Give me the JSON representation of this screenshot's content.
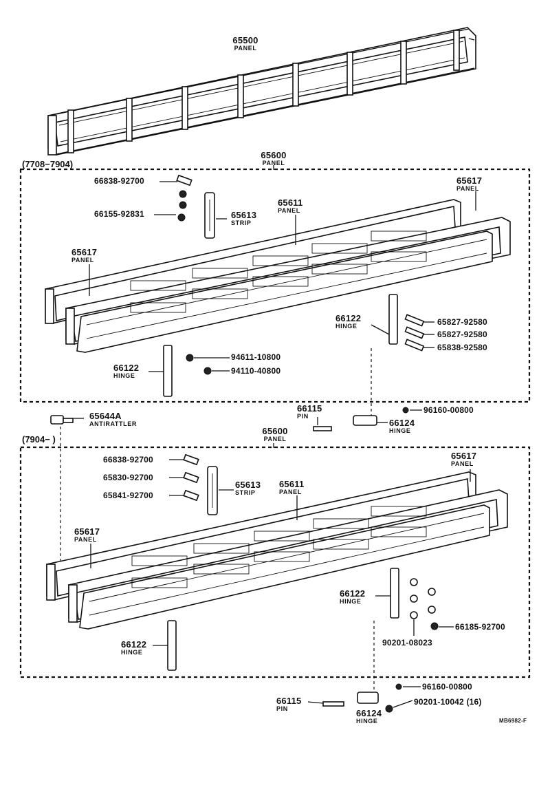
{
  "diagram": {
    "top_panel": {
      "part": "65500",
      "name": "PANEL"
    },
    "section1": {
      "range": "(7708−7904)",
      "assembly": {
        "part": "65600",
        "name": "PANEL"
      },
      "labels": {
        "bolt_a": "66838-92700",
        "nut_a": "66155-92831",
        "strip": {
          "part": "65613",
          "name": "STRIP"
        },
        "center_panel": {
          "part": "65611",
          "name": "PANEL"
        },
        "right_panel": {
          "part": "65617",
          "name": "PANEL"
        },
        "left_panel": {
          "part": "65617",
          "name": "PANEL"
        },
        "hinge_right": {
          "part": "66122",
          "name": "HINGE"
        },
        "hinge_left": {
          "part": "66122",
          "name": "HINGE"
        },
        "bolt_1": "65827-92580",
        "bolt_2": "65827-92580",
        "bolt_3": "65838-92580",
        "nut_1": "94611-10800",
        "nut_2": "94110-40800"
      }
    },
    "middle": {
      "antirattler": {
        "part": "65644A",
        "name": "ANTIRATTLER"
      },
      "pin": {
        "part": "66115",
        "name": "PIN"
      },
      "hinge": {
        "part": "66124",
        "name": "HINGE"
      },
      "nut": "96160-00800"
    },
    "section2": {
      "range": "(7904−        )",
      "assembly": {
        "part": "65600",
        "name": "PANEL"
      },
      "labels": {
        "bolt_a": "66838-92700",
        "bolt_b": "65830-92700",
        "bolt_c": "65841-92700",
        "strip": {
          "part": "65613",
          "name": "STRIP"
        },
        "center_panel": {
          "part": "65611",
          "name": "PANEL"
        },
        "right_panel": {
          "part": "65617",
          "name": "PANEL"
        },
        "left_panel": {
          "part": "65617",
          "name": "PANEL"
        },
        "hinge_right": {
          "part": "66122",
          "name": "HINGE"
        },
        "hinge_left": {
          "part": "66122",
          "name": "HINGE"
        },
        "nut_group": "66185-92700",
        "nut_group2": "90201-08023"
      }
    },
    "bottom": {
      "pin": {
        "part": "66115",
        "name": "PIN"
      },
      "hinge": {
        "part": "66124",
        "name": "HINGE"
      },
      "nut": "96160-00800",
      "washer": "90201-10042 (16)"
    },
    "footer_code": "MB6982-F"
  }
}
